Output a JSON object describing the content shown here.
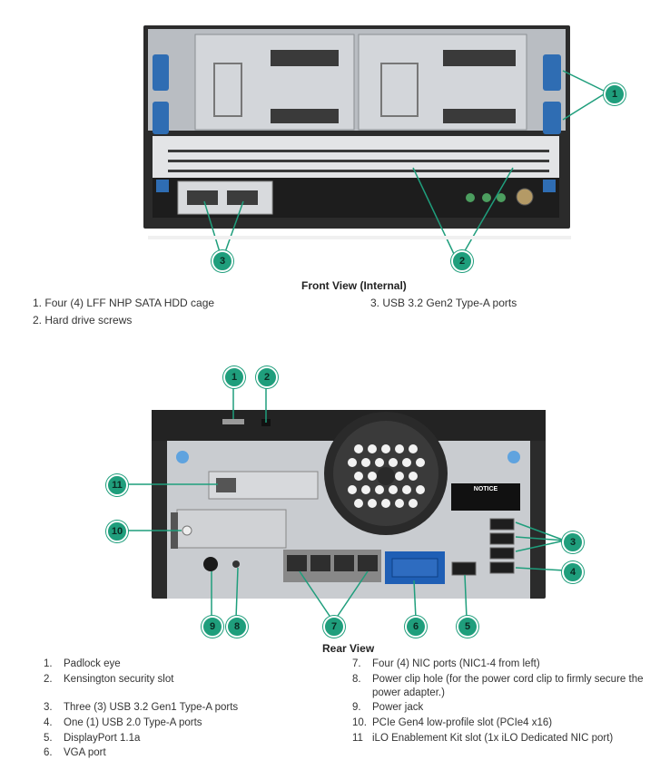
{
  "front_view": {
    "caption": "Front View (Internal)",
    "callouts": [
      "1",
      "2",
      "3"
    ],
    "legend": [
      {
        "num": "1.",
        "text": "Four (4) LFF NHP SATA HDD cage"
      },
      {
        "num": "2.",
        "text": "Hard drive screws"
      },
      {
        "num": "3.",
        "text": "USB 3.2 Gen2 Type-A ports"
      }
    ]
  },
  "rear_view": {
    "caption": "Rear View",
    "callouts": [
      "1",
      "2",
      "3",
      "4",
      "5",
      "6",
      "7",
      "8",
      "9",
      "10",
      "11"
    ],
    "notice_label": "NOTICE",
    "legend_left": [
      {
        "num": "1.",
        "text": "Padlock eye"
      },
      {
        "num": "2.",
        "text": "Kensington security slot"
      },
      {
        "num": "3.",
        "text": "Three (3) USB 3.2 Gen1 Type-A ports"
      },
      {
        "num": "4.",
        "text": "One (1) USB 2.0 Type-A ports"
      },
      {
        "num": "5.",
        "text": "DisplayPort 1.1a"
      },
      {
        "num": "6.",
        "text": "VGA port"
      }
    ],
    "legend_right": [
      {
        "num": "7.",
        "text": "Four (4) NIC ports (NIC1-4 from left)"
      },
      {
        "num": "8.",
        "text": "Power clip hole (for the power cord clip to firmly secure the"
      },
      {
        "num": "",
        "text": "power adapter.)"
      },
      {
        "num": "9.",
        "text": "Power jack"
      },
      {
        "num": "10.",
        "text": "PCIe Gen4 low-profile slot (PCIe4 x16)"
      },
      {
        "num": "11",
        "text": "iLO Enablement Kit slot (1x iLO Dedicated NIC port)"
      }
    ]
  },
  "colors": {
    "callout": "#1f9e7c",
    "chassis": "#2b2b2b",
    "bay": "#c9ccd0",
    "blue_latch": "#2f6db3"
  }
}
